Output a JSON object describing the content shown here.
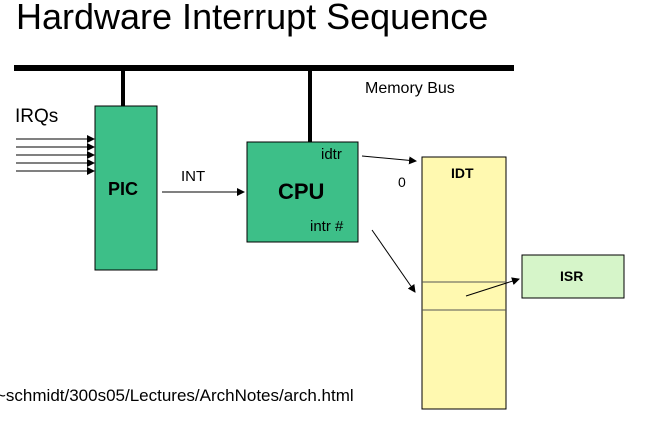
{
  "title": "Hardware Interrupt Sequence",
  "labels": {
    "memory_bus": "Memory Bus",
    "irqs": "IRQs",
    "pic": "PIC",
    "int": "INT",
    "cpu": "CPU",
    "idtr": "idtr",
    "intr": "intr #",
    "zero": "0",
    "idt": "IDT",
    "isr": "ISR"
  },
  "footer_url": "~schmidt/300s05/Lectures/ArchNotes/arch.html",
  "colors": {
    "pic_cpu_fill": "#3dbf88",
    "idt_fill": "#fff9b0",
    "isr_fill": "#d6f5c9",
    "line": "#000000"
  }
}
